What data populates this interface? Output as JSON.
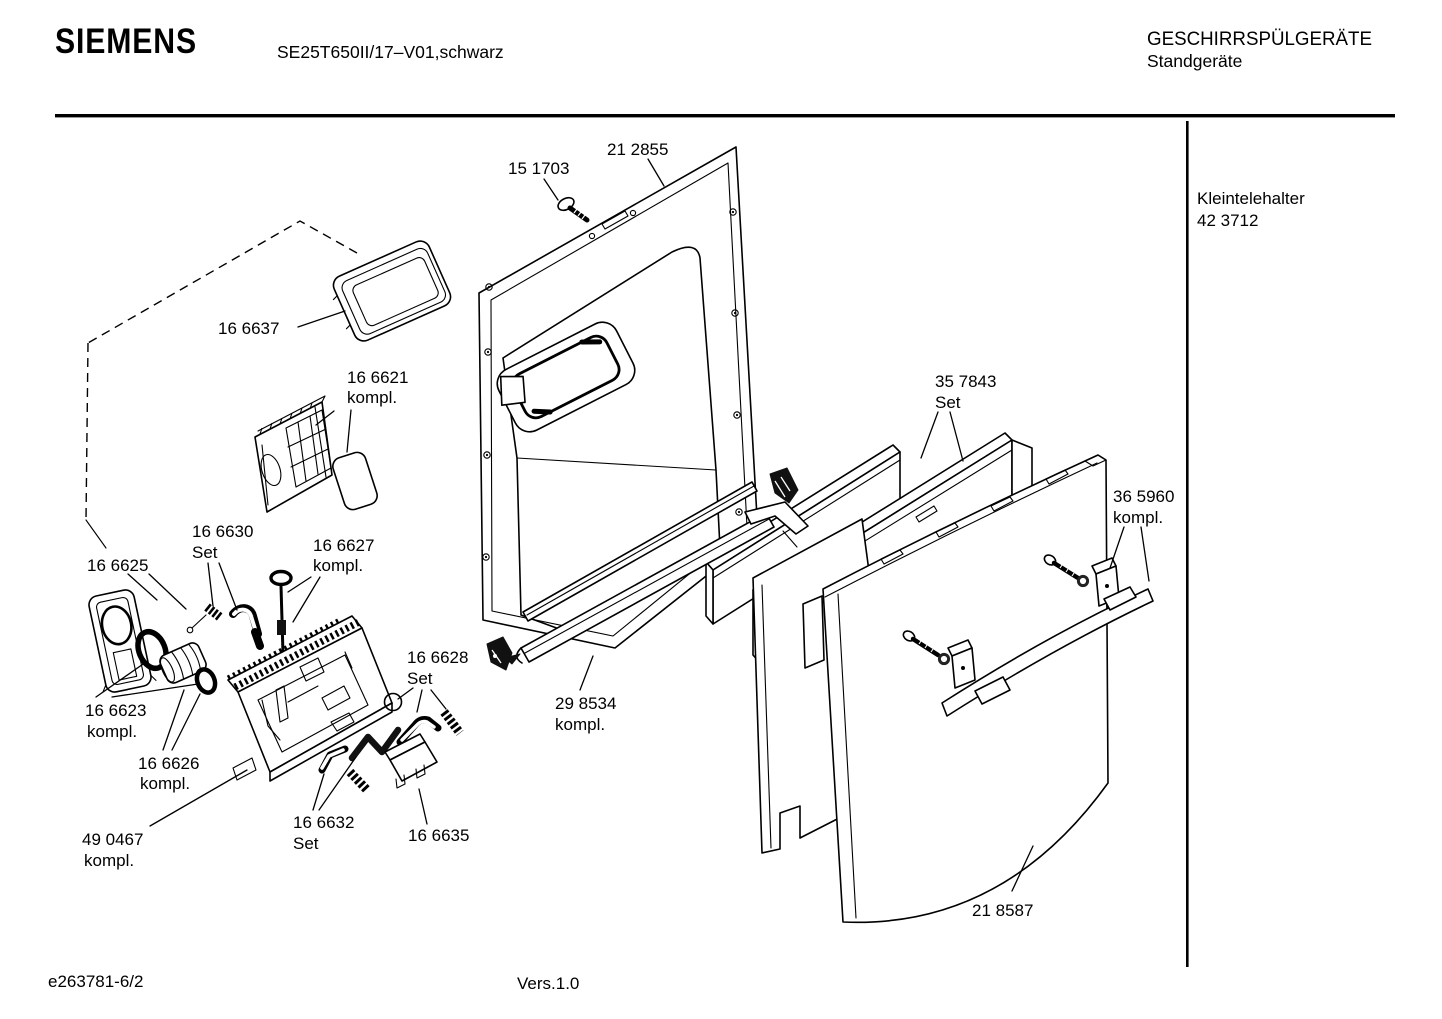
{
  "header": {
    "brand": "SIEMENS",
    "model": "SE25T650II/17–V01,schwarz",
    "category": "GESCHIRRSPÜLGERÄTE",
    "subcategory": "Standgeräte"
  },
  "sidebar": {
    "note_title": "Kleintelehalter",
    "note_number": "42 3712"
  },
  "footer": {
    "doc_number": "e263781-6/2",
    "version": "Vers.1.0"
  },
  "parts": {
    "p151703": {
      "number": "15 1703"
    },
    "p212855": {
      "number": "21 2855"
    },
    "p166637": {
      "number": "16 6637"
    },
    "p166621": {
      "number": "16 6621",
      "suffix": "kompl."
    },
    "p166625": {
      "number": "16 6625"
    },
    "p166630": {
      "number": "16 6630",
      "suffix": "Set"
    },
    "p166627": {
      "number": "16 6627",
      "suffix": "kompl."
    },
    "p357843": {
      "number": "35 7843",
      "suffix": "Set"
    },
    "p365960": {
      "number": "36 5960",
      "suffix": "kompl."
    },
    "p166623": {
      "number": "16 6623",
      "suffix": "kompl."
    },
    "p166626": {
      "number": "16 6626",
      "suffix": "kompl."
    },
    "p490467": {
      "number": "49 0467",
      "suffix": "kompl."
    },
    "p166632": {
      "number": "16 6632",
      "suffix": "Set"
    },
    "p166635": {
      "number": "16 6635"
    },
    "p166628": {
      "number": "16 6628",
      "suffix": "Set"
    },
    "p298534": {
      "number": "29 8534",
      "suffix": "kompl."
    },
    "p218587": {
      "number": "21 8587"
    }
  }
}
